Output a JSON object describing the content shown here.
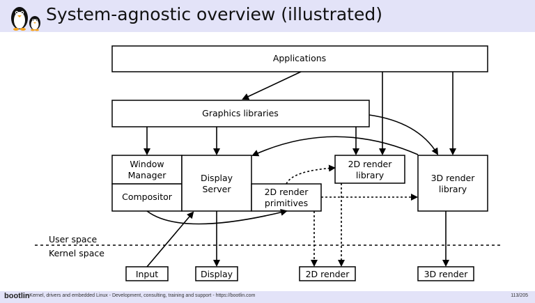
{
  "header": {
    "title": "System-agnostic overview (illustrated)"
  },
  "diagram": {
    "boxes": {
      "applications": "Applications",
      "graphics_libraries": "Graphics libraries",
      "window_manager_line1": "Window",
      "window_manager_line2": "Manager",
      "compositor": "Compositor",
      "display_server_line1": "Display",
      "display_server_line2": "Server",
      "render2d_primitives_line1": "2D render",
      "render2d_primitives_line2": "primitives",
      "render2d_library_line1": "2D render",
      "render2d_library_line2": "library",
      "render3d_library_line1": "3D render",
      "render3d_library_line2": "library",
      "input": "Input",
      "display": "Display",
      "render2d": "2D render",
      "render3d": "3D render"
    },
    "labels": {
      "user_space": "User space",
      "kernel_space": "Kernel space"
    }
  },
  "footer": {
    "brand": "bootlin",
    "text": "- Kernel, drivers and embedded Linux - Development, consulting, training and support -  https://bootlin.com",
    "page": "113/205"
  }
}
